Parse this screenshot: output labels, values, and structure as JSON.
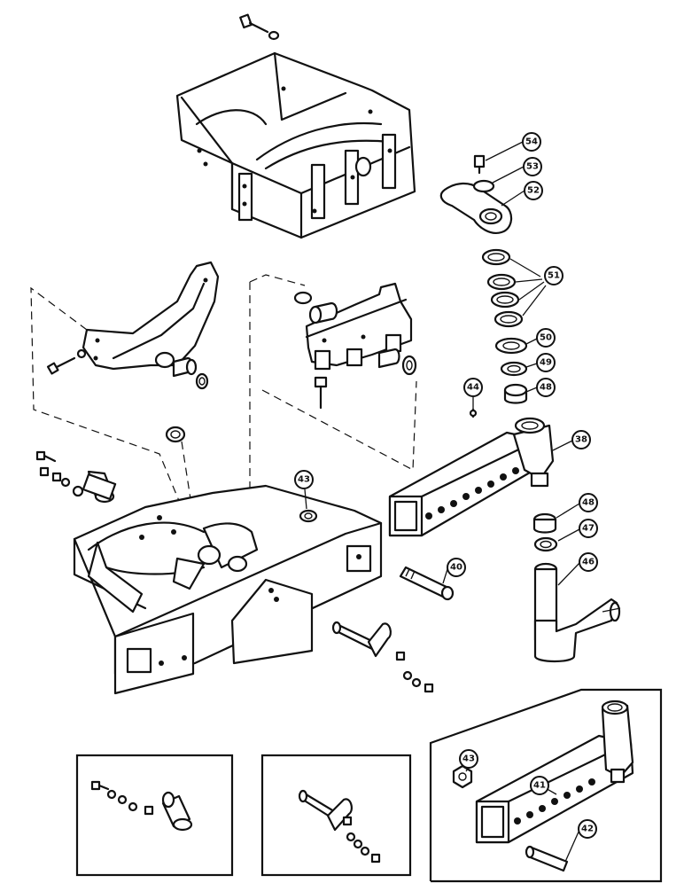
{
  "diagram": {
    "callouts": [
      {
        "id": "c54",
        "label": "54"
      },
      {
        "id": "c53",
        "label": "53"
      },
      {
        "id": "c52",
        "label": "52"
      },
      {
        "id": "c51",
        "label": "51"
      },
      {
        "id": "c50",
        "label": "50"
      },
      {
        "id": "c49",
        "label": "49"
      },
      {
        "id": "c48a",
        "label": "48"
      },
      {
        "id": "c44",
        "label": "44"
      },
      {
        "id": "c38",
        "label": "38"
      },
      {
        "id": "c43a",
        "label": "43"
      },
      {
        "id": "c48b",
        "label": "48"
      },
      {
        "id": "c47",
        "label": "47"
      },
      {
        "id": "c40",
        "label": "40"
      },
      {
        "id": "c46",
        "label": "46"
      },
      {
        "id": "c43b",
        "label": "43"
      },
      {
        "id": "c41",
        "label": "41"
      },
      {
        "id": "c42",
        "label": "42"
      }
    ]
  }
}
